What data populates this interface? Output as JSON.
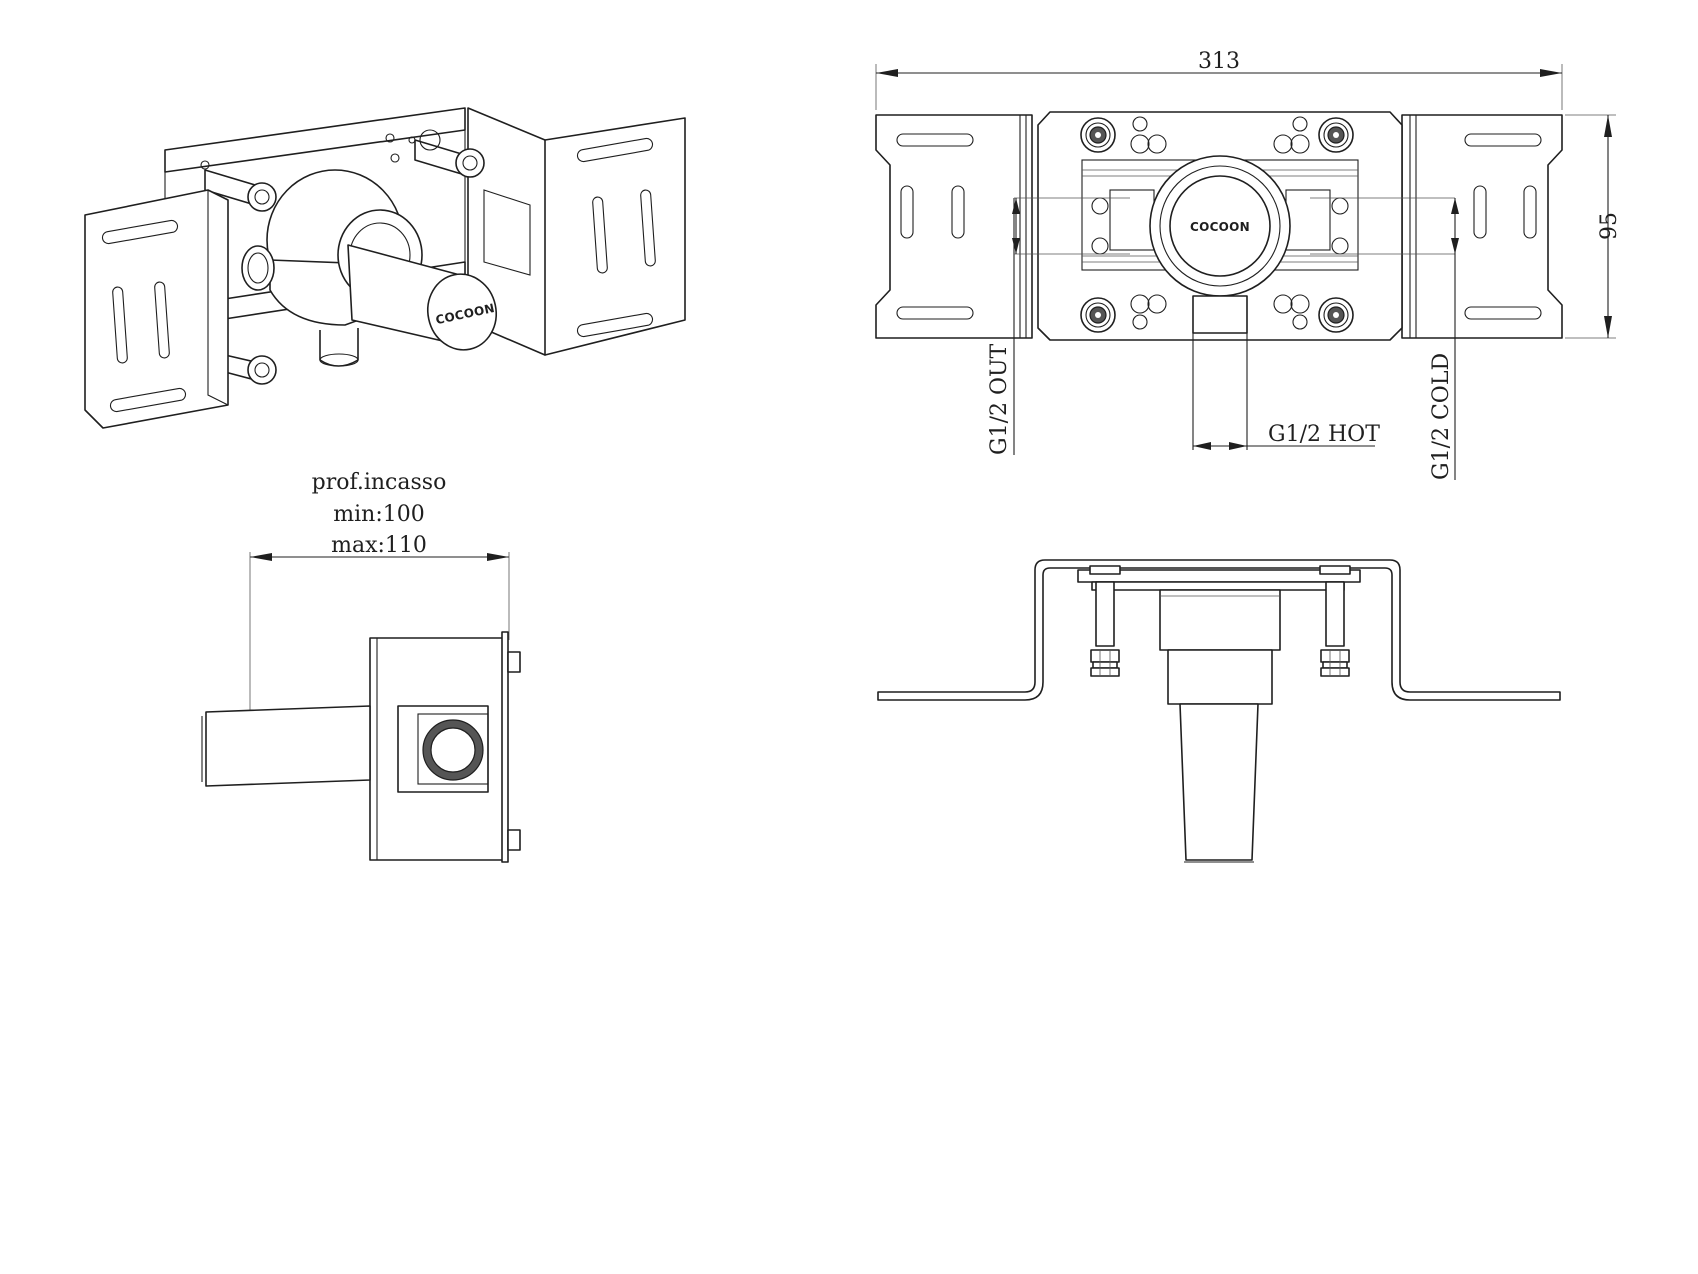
{
  "brand_label": "COCOON",
  "front_view": {
    "width_dim": "313",
    "height_dim": "95",
    "outlet_label": "G1/2 OUT",
    "hot_label": "G1/2 HOT",
    "cold_label": "G1/2 COLD"
  },
  "side_view": {
    "depth_note": {
      "line1": "prof.incasso",
      "line2": "min:100",
      "line3": "max:110"
    }
  }
}
